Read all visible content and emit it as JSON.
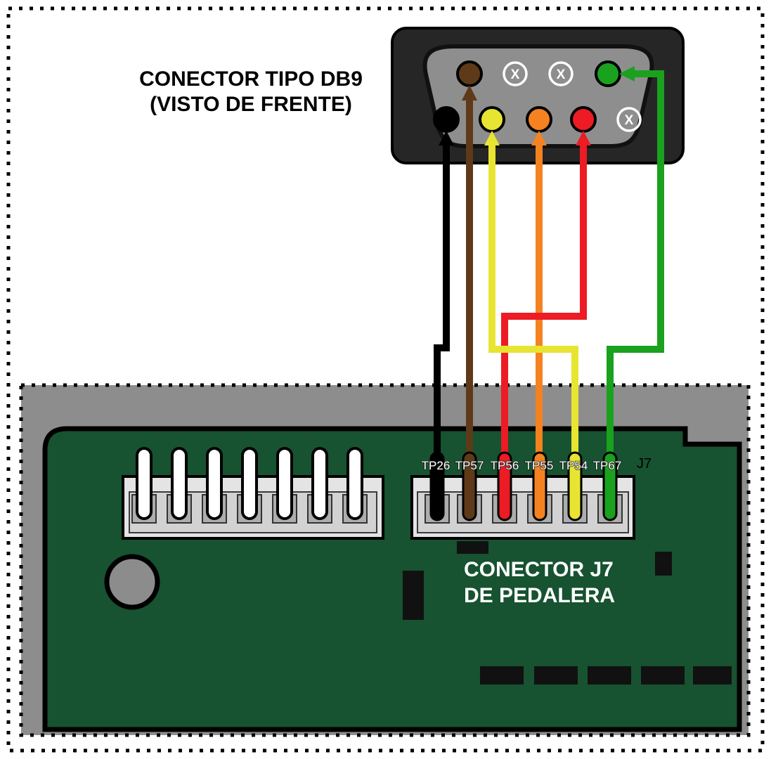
{
  "db9": {
    "title_line1": "CONECTOR TIPO DB9",
    "title_line2": "(VISTO DE FRENTE)",
    "unused_pin_symbol": "X"
  },
  "pcb": {
    "connector_label": "J7",
    "caption_line1": "CONECTOR J7",
    "caption_line2": "DE PEDALERA",
    "tp_labels": [
      "TP26",
      "TP57",
      "TP56",
      "TP55",
      "TP54",
      "TP67"
    ]
  },
  "colors": {
    "black": "#000000",
    "brown": "#5e3a18",
    "yellow": "#e8e432",
    "orange": "#f58220",
    "red": "#ec1b24",
    "green": "#1aa11e",
    "board_green": "#175231",
    "pcb_gray": "#8d8d8d",
    "shell_gray": "#8e8e8e",
    "shell_dark": "#262626"
  }
}
